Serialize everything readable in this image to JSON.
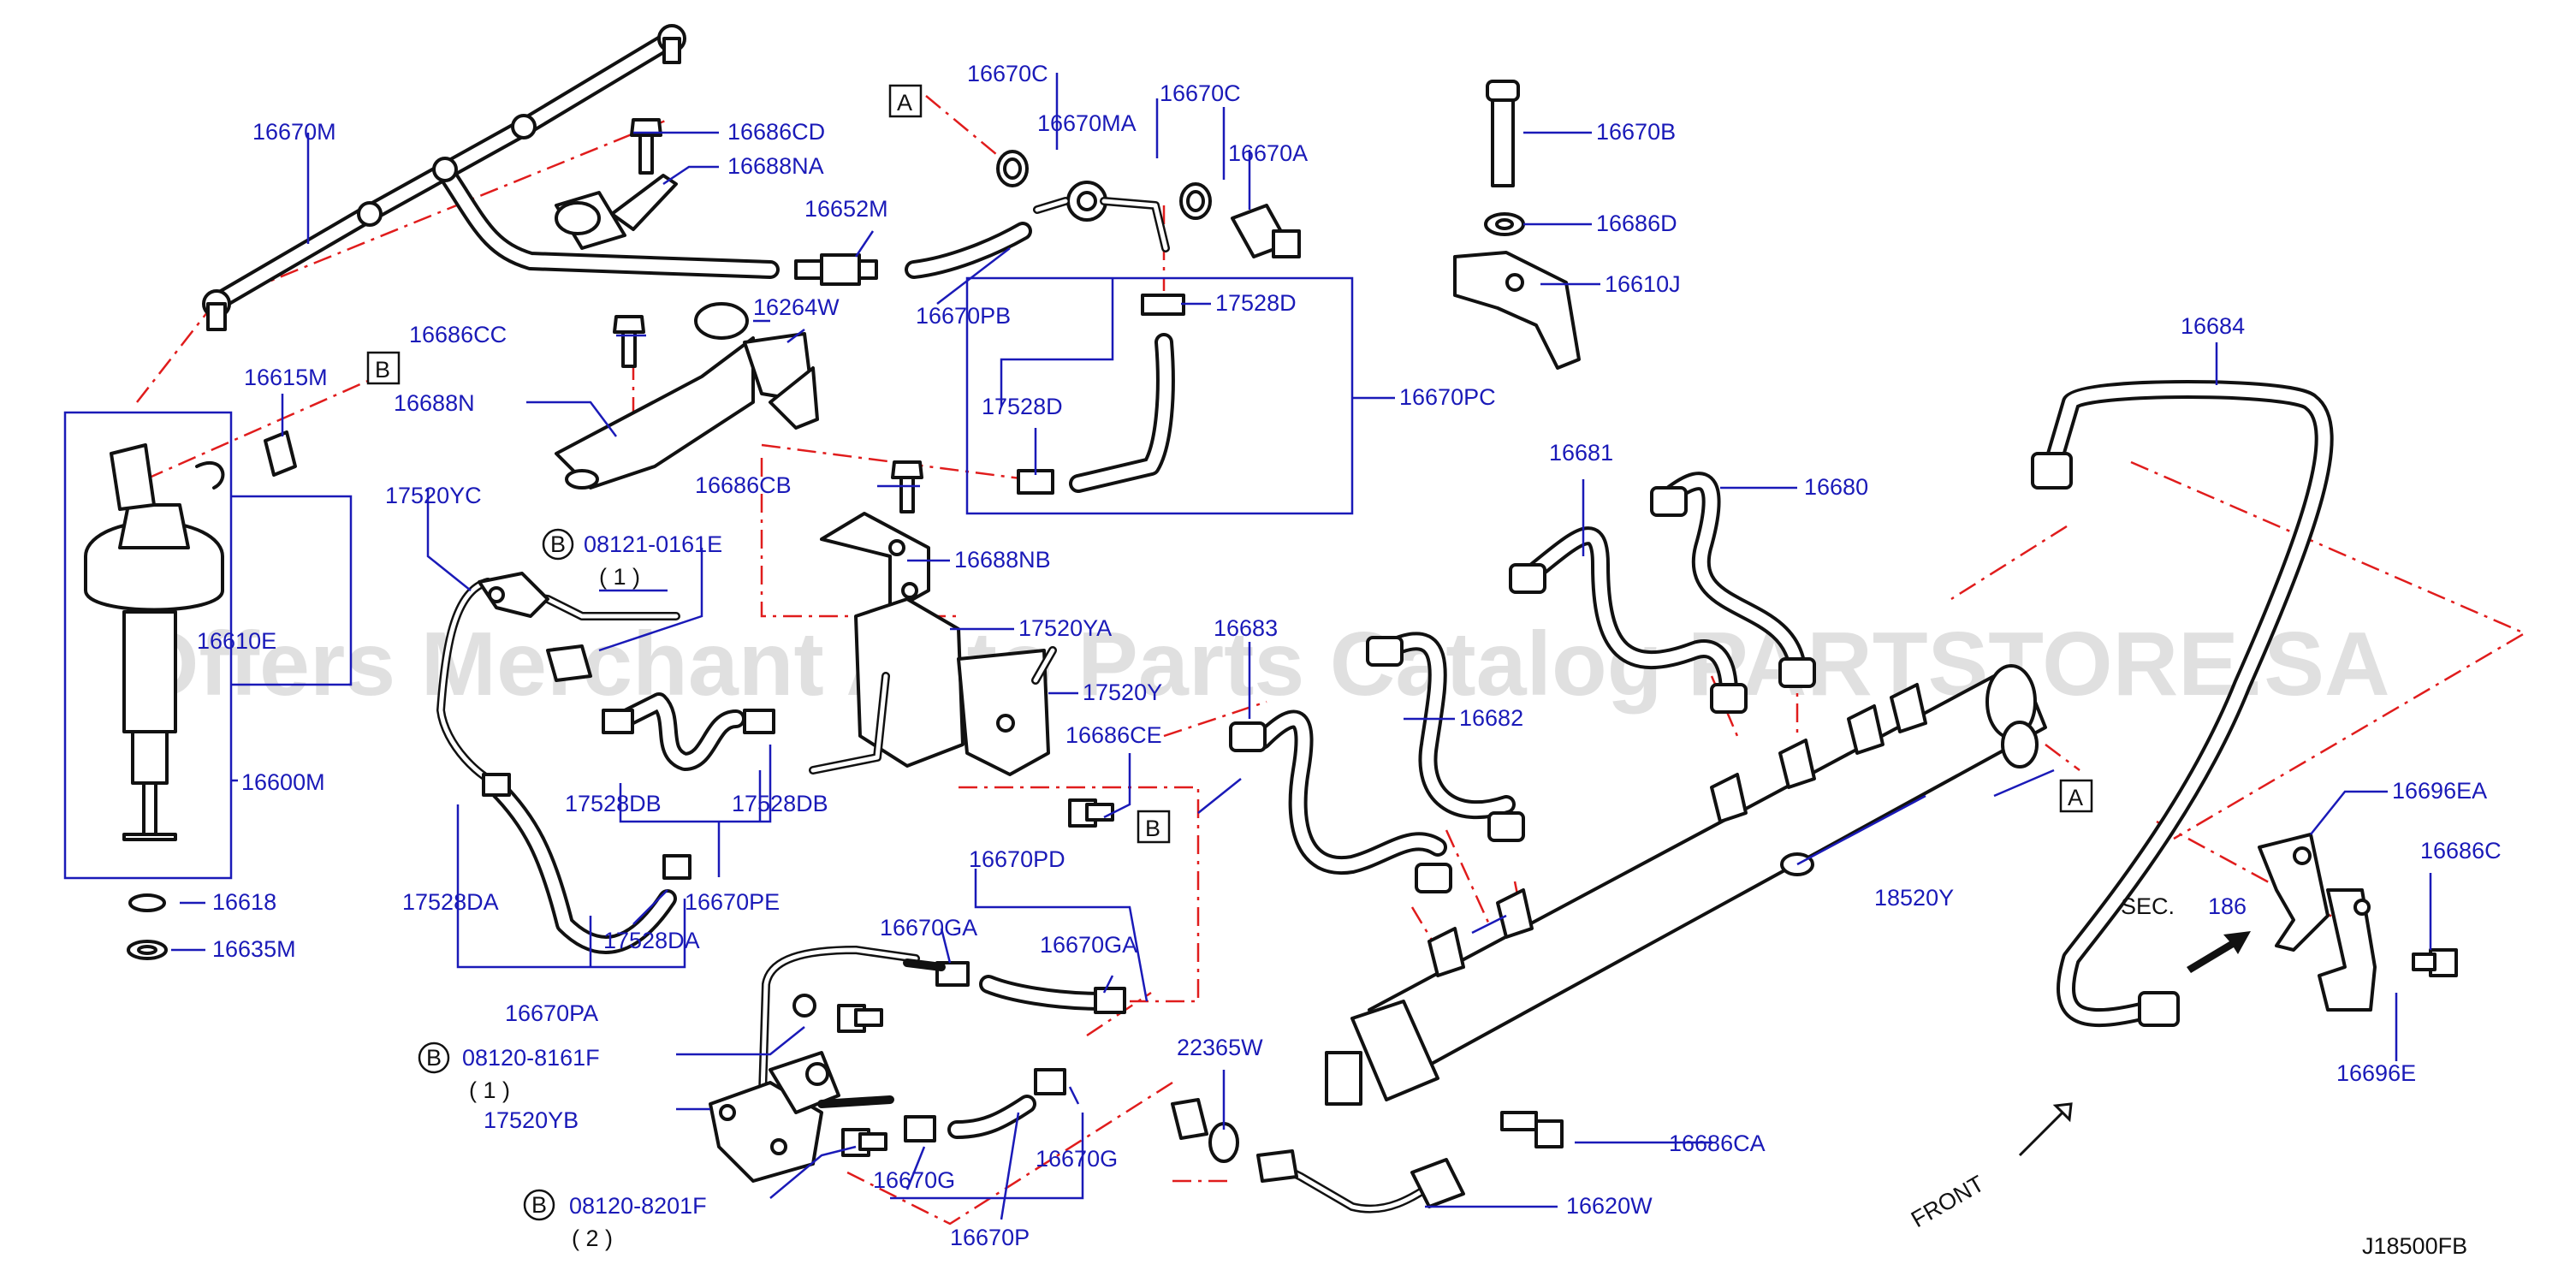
{
  "watermark": "Offers Merchant Auto Parts Catalog PARTSTORE.SA",
  "diagram_code": "J18500FB",
  "front_label": "FRONT",
  "sec_label": "SEC.",
  "sec_number": "186",
  "ref_tags": {
    "a1": "A",
    "a2": "A",
    "b1": "B",
    "b2": "B",
    "b3": "B",
    "b4": "B",
    "b5": "B"
  },
  "bolts": [
    {
      "code": "08121-0161E",
      "qty": "( 1 )"
    },
    {
      "code": "08120-8161F",
      "qty": "( 1 )"
    },
    {
      "code": "08120-8201F",
      "qty": "( 2 )"
    }
  ],
  "labels": {
    "p16670M": "16670M",
    "p16686CD": "16686CD",
    "p16688NA": "16688NA",
    "p16670C_1": "16670C",
    "p16670C_2": "16670C",
    "p16670MA": "16670MA",
    "p16670A": "16670A",
    "p16652M": "16652M",
    "p16670PB": "16670PB",
    "p16670B": "16670B",
    "p16686D": "16686D",
    "p16610J": "16610J",
    "p16686CC": "16686CC",
    "p16264W": "16264W",
    "p17528D_1": "17528D",
    "p16615M": "16615M",
    "p16688N": "16688N",
    "p17528D_2": "17528D",
    "p16670PC": "16670PC",
    "p16684": "16684",
    "p17520YC": "17520YC",
    "p16686CB": "16686CB",
    "p16681": "16681",
    "p16680": "16680",
    "p16688NB": "16688NB",
    "p16610E": "16610E",
    "p17520YA": "17520YA",
    "p16683": "16683",
    "p17520Y": "17520Y",
    "p16682": "16682",
    "p16686CE": "16686CE",
    "p16600M": "16600M",
    "p17528DB_1": "17528DB",
    "p17528DB_2": "17528DB",
    "p16696EA": "16696EA",
    "p16670PD": "16670PD",
    "p16686C": "16686C",
    "p18520Y": "18520Y",
    "p17528DA_1": "17528DA",
    "p16670PE": "16670PE",
    "p16618": "16618",
    "p17528DA_2": "17528DA",
    "p16635M": "16635M",
    "p16670GA_1": "16670GA",
    "p16670GA_2": "16670GA",
    "p16670PA": "16670PA",
    "p22365W": "22365W",
    "p16696E": "16696E",
    "p17520YB": "17520YB",
    "p16686CA": "16686CA",
    "p16670G_1": "16670G",
    "p16670G_2": "16670G",
    "p16620W": "16620W",
    "p16670P": "16670P"
  }
}
